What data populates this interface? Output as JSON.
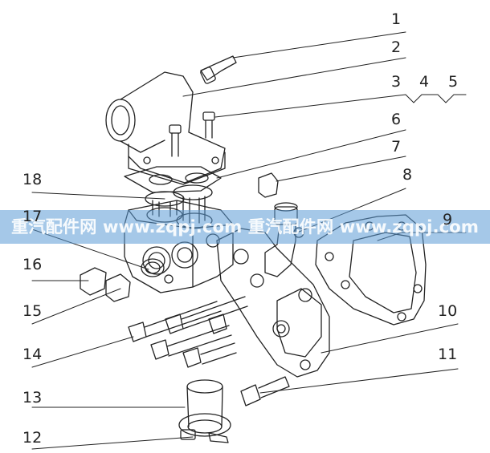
{
  "watermark": {
    "text": "重汽配件网  www.zqpj.com  重汽配件网  www.zqpj.com",
    "band_color": "#5b9bd5"
  },
  "callouts": [
    {
      "label": "1"
    },
    {
      "label": "2"
    },
    {
      "label": "3"
    },
    {
      "label": "4"
    },
    {
      "label": "5"
    },
    {
      "label": "6"
    },
    {
      "label": "7"
    },
    {
      "label": "8"
    },
    {
      "label": "9"
    },
    {
      "label": "10"
    },
    {
      "label": "11"
    },
    {
      "label": "12"
    },
    {
      "label": "13"
    },
    {
      "label": "14"
    },
    {
      "label": "15"
    },
    {
      "label": "16"
    },
    {
      "label": "17"
    },
    {
      "label": "18"
    }
  ],
  "colors": {
    "line": "#222222",
    "background": "#ffffff"
  }
}
